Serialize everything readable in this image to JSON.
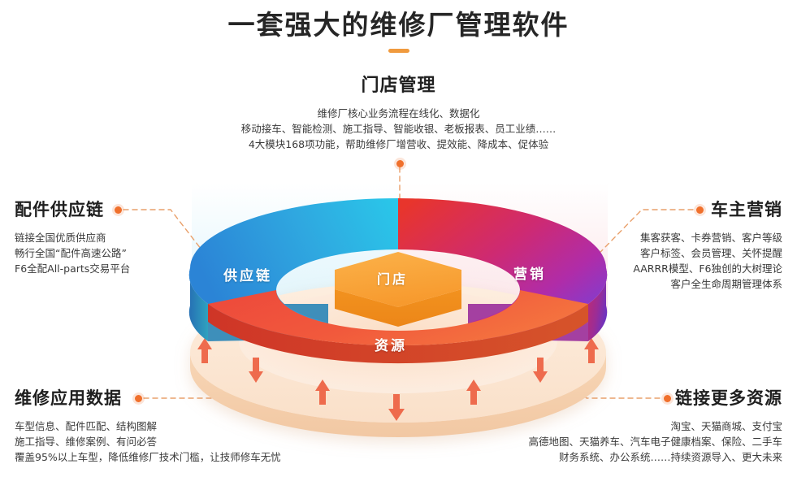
{
  "page": {
    "title": "一套强大的维修厂管理软件",
    "accent_color": "#F09A3E",
    "dot_color": "#F0702C",
    "leader_color": "#E9A06B",
    "background": "#ffffff"
  },
  "labels": {
    "store": {
      "heading": "门店管理",
      "lines": [
        "维修厂核心业务流程在线化、数据化",
        "移动接车、智能检测、施工指导、智能收银、老板报表、员工业绩……",
        "4大模块168项功能，帮助维修厂增营收、提效能、降成本、促体验"
      ]
    },
    "parts": {
      "heading": "配件供应链",
      "lines": [
        "链接全国优质供应商",
        "畅行全国“配件高速公路”",
        "F6全配All-parts交易平台"
      ]
    },
    "owner": {
      "heading": "车主营销",
      "lines": [
        "集客获客、卡券营销、客户等级",
        "客户标签、会员管理、关怀提醒",
        "AARRR模型、F6独创的大树理论",
        "客户全生命周期管理体系"
      ]
    },
    "repair": {
      "heading": "维修应用数据",
      "lines": [
        "车型信息、配件匹配、结构图解",
        "施工指导、维修案例、有问必答",
        "覆盖95%以上车型，降低维修厂技术门槛，让技师修车无忧"
      ]
    },
    "resource": {
      "heading": "链接更多资源",
      "lines": [
        "淘宝、天猫商城、支付宝",
        "高德地图、天猫养车、汽车电子健康档案、保险、二手车",
        "财务系统、办公系统……持续资源导入、更大未来"
      ]
    }
  },
  "diagram": {
    "type": "3d-donut",
    "base_color": "#FBE3CF",
    "base_edge_color": "#F6D2B4",
    "arrow_color": "#EE6B4D",
    "arrows": [
      "up",
      "down",
      "up",
      "down",
      "up",
      "down",
      "up"
    ],
    "center": {
      "label": "门店",
      "shape": "hexagon-prism",
      "top_color": "#F9A63A",
      "side_color": "#EE8F2A"
    },
    "segments": [
      {
        "name": "supply-chain",
        "label": "供应链",
        "position": "left",
        "top_from": "#2E8FD8",
        "top_to": "#2BC4E8",
        "side_from": "#2A79B8",
        "side_to": "#2AA6C4"
      },
      {
        "name": "marketing",
        "label": "营销",
        "position": "right",
        "top_from": "#E8382E",
        "top_mid": "#C0288E",
        "top_to": "#7B3FD4",
        "side_from": "#C42A6F",
        "side_to": "#6E33BE"
      },
      {
        "name": "resource",
        "label": "资源",
        "position": "bottom",
        "top_from": "#EE4C3E",
        "top_to": "#F4703F",
        "side_from": "#D23A2C",
        "side_to": "#D9522C"
      }
    ]
  },
  "backdrop": {
    "left_tint": "#dff4fb",
    "right_tint": "#fbe7eb"
  }
}
